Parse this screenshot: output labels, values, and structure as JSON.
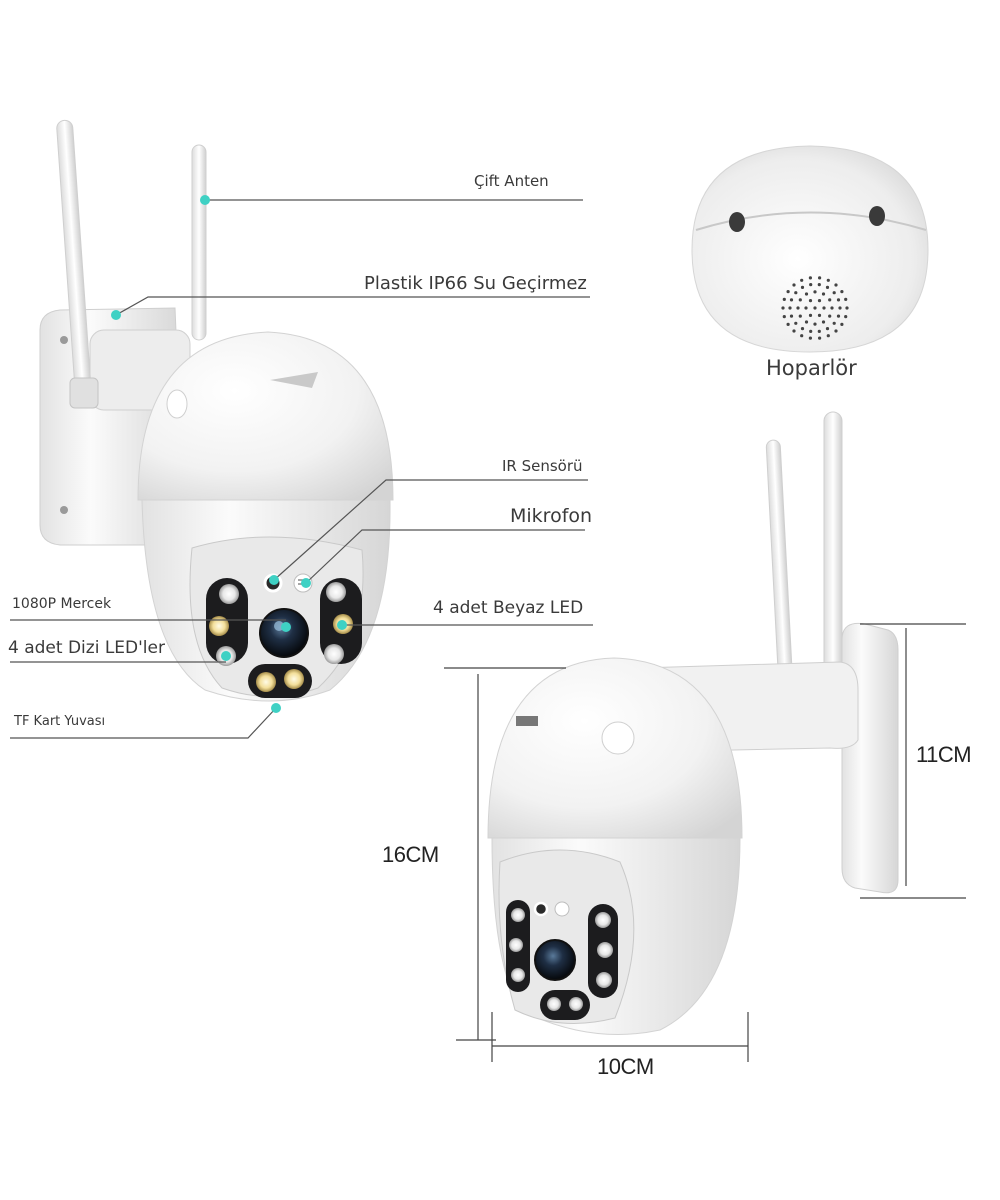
{
  "labels": {
    "cift_anten": "Çift Anten",
    "plastik_ip66": "Plastik IP66 Su Geçirmez",
    "ir_sensoru": "IR Sensörü",
    "mikrofon": "Mikrofon",
    "mercek": "1080P Mercek",
    "beyaz_led": "4 adet Beyaz LED",
    "dizi_led": "4 adet Dizi LED'ler",
    "tf_kart": "TF Kart Yuvası",
    "hoparlor": "Hoparlör"
  },
  "dimensions": {
    "height": "16CM",
    "depth": "11CM",
    "width": "10CM"
  },
  "colors": {
    "callout_dot": "#3fd1c4",
    "callout_line": "#555555",
    "body_white": "#f4f4f4",
    "face_dark": "#1c1c1e"
  }
}
